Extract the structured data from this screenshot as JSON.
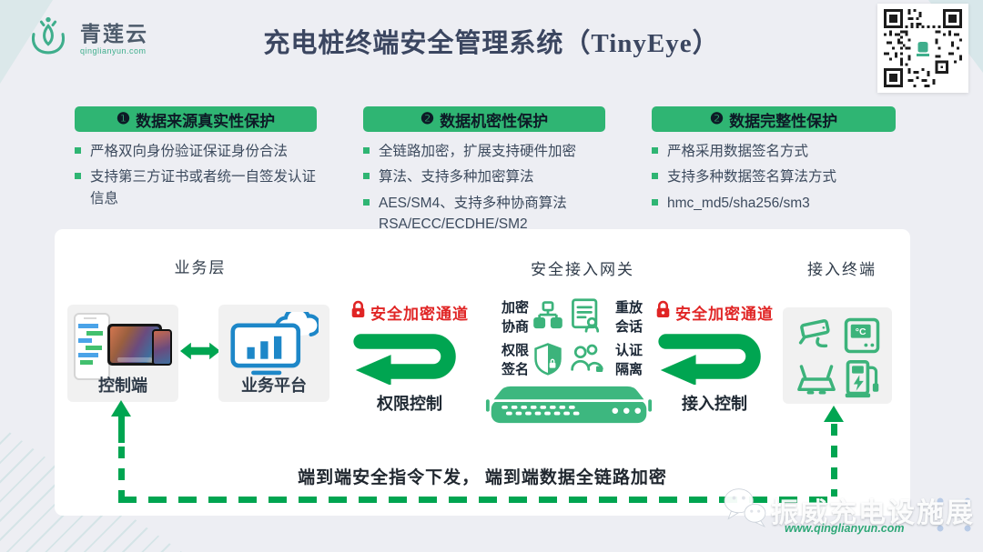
{
  "header": {
    "logo_name": "青莲云",
    "logo_domain": "qinglianyun.com",
    "title": "充电桩终端安全管理系统（TinyEye）"
  },
  "features": [
    {
      "num": "❶",
      "title": "数据来源真实性保护",
      "bullets": [
        "严格双向身份验证保证身份合法",
        "支持第三方证书或者统一自签发认证信息"
      ]
    },
    {
      "num": "❷",
      "title": "数据机密性保护",
      "bullets": [
        "全链路加密，扩展支持硬件加密",
        "算法、支持多种加密算法",
        "AES/SM4、支持多种协商算法\nRSA/ECC/ECDHE/SM2"
      ]
    },
    {
      "num": "❷",
      "title": "数据完整性保护",
      "bullets": [
        "严格采用数据签名方式",
        "支持多种数据签名算法方式",
        "hmc_md5/sha256/sm3"
      ]
    }
  ],
  "diagram": {
    "layers": [
      "业务层",
      "安全接入网关",
      "接入终端"
    ],
    "control_label": "控制端",
    "platform_label": "业务平台",
    "secure_channel_label": "安全加密通道",
    "left_channel_caption": "权限控制",
    "right_channel_caption": "接入控制",
    "gateway": {
      "left": [
        "加密",
        "协商",
        "权限",
        "签名"
      ],
      "right": [
        "重放",
        "会话",
        "认证",
        "隔离"
      ]
    },
    "temp_unit": "°C",
    "bottom_note": "端到端安全指令下发， 端到端数据全链路加密"
  },
  "watermark": {
    "brand": "振威充电设施展",
    "site": "www.qinglianyun.com"
  },
  "colors": {
    "background": "#edeef3",
    "header_green": "#2fb573",
    "arrow_green": "#00a551",
    "icon_green": "#3cb37b",
    "title_navy": "#3b4660",
    "channel_red": "#e02525",
    "platform_blue": "#1d87c8"
  }
}
